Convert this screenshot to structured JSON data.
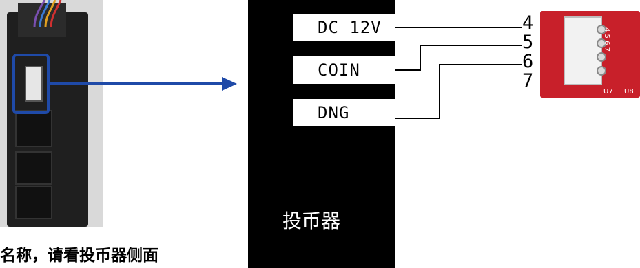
{
  "caption": "名称，请看投币器侧面",
  "panel": {
    "title": "投币器",
    "pins": [
      {
        "label": "DC 12V",
        "number": "4"
      },
      {
        "label": "COIN",
        "number": "5"
      },
      {
        "label": "DNG",
        "number": "6"
      }
    ],
    "extra_number": "7"
  },
  "pcb": {
    "silkscreen": "4 5 6 7",
    "chip_labels": [
      "U7",
      "U8"
    ]
  },
  "colors": {
    "arrow": "#1f4aa8",
    "panel": "#000000",
    "pcb": "#c8202a"
  }
}
